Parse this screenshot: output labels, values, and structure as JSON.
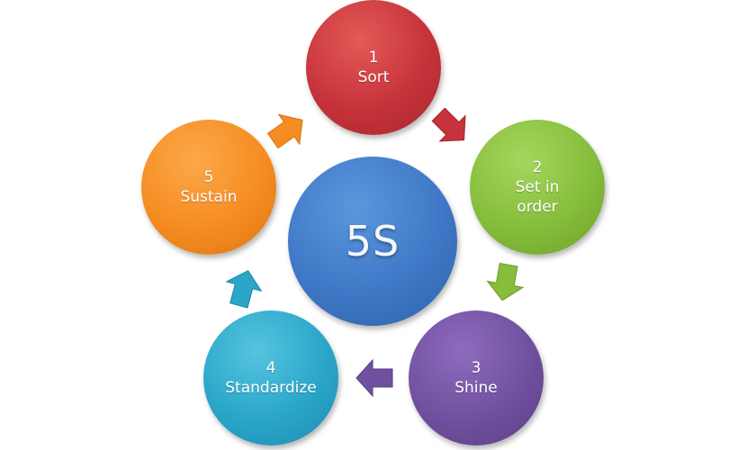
{
  "center": {
    "label": "5S"
  },
  "steps": [
    {
      "number": "1",
      "name": "Sort",
      "color": "#c6333a"
    },
    {
      "number": "2",
      "name": "Set in\norder",
      "color": "#86bd3b"
    },
    {
      "number": "3",
      "name": "Shine",
      "color": "#70509f"
    },
    {
      "number": "4",
      "name": "Standardize",
      "color": "#2aa6c9"
    },
    {
      "number": "5",
      "name": "Sustain",
      "color": "#f58c22"
    }
  ],
  "arrows": [
    {
      "from": "1",
      "to": "2",
      "color": "#c6333a",
      "icon": "arrow-right-down"
    },
    {
      "from": "2",
      "to": "3",
      "color": "#86bd3b",
      "icon": "arrow-down"
    },
    {
      "from": "3",
      "to": "4",
      "color": "#70509f",
      "icon": "arrow-left"
    },
    {
      "from": "4",
      "to": "5",
      "color": "#2aa6c9",
      "icon": "arrow-up"
    },
    {
      "from": "5",
      "to": "1",
      "color": "#f58c22",
      "icon": "arrow-up-right"
    }
  ],
  "colors": {
    "center": "#3f78c6",
    "background": "#ffffff"
  }
}
